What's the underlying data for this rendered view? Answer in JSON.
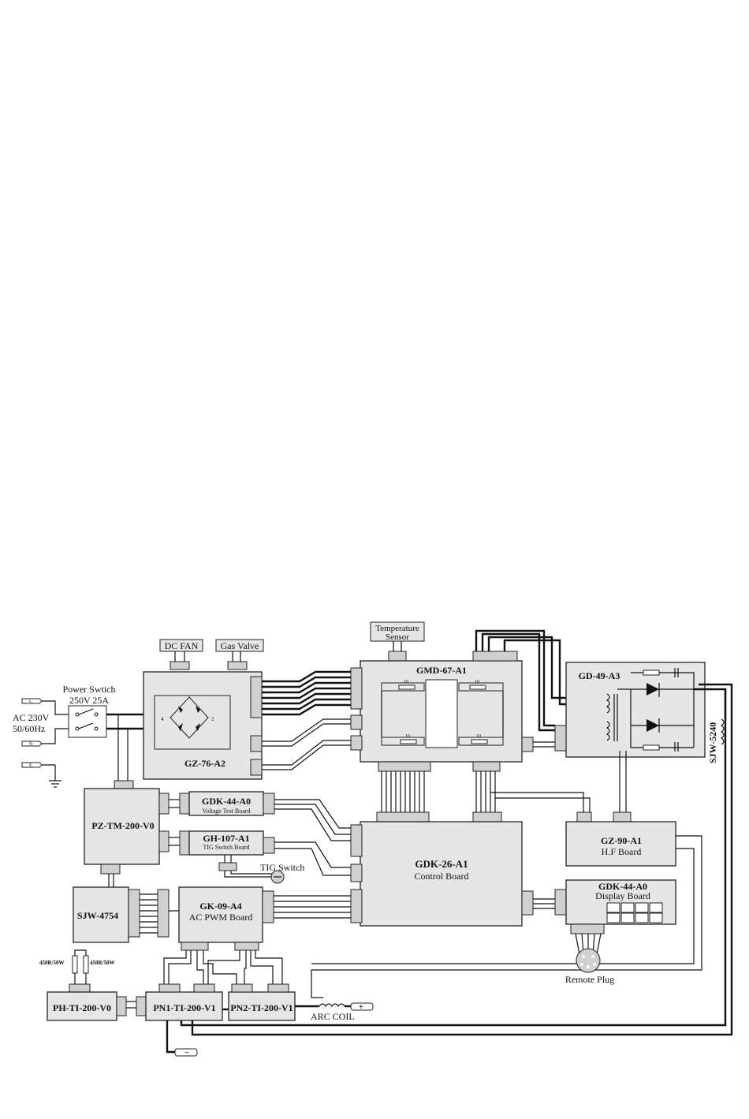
{
  "labels": {
    "dc_fan": "DC FAN",
    "gas_valve": "Gas Valve",
    "temp_sensor_1": "Temperature",
    "temp_sensor_2": "Sensor",
    "power_switch_1": "Power Swtich",
    "power_switch_2": "250V 25A",
    "ac_1": "AC 230V",
    "ac_2": "50/60Hz",
    "l": "L",
    "n": "N",
    "e": "E",
    "gz76": "GZ-76-A2",
    "gmd67": "GMD-67-A1",
    "gd49": "GD-49-A3",
    "sjw5240": "SJW-5240",
    "pztm": "PZ-TM-200-V0",
    "gdk44a": "GDK-44-A0",
    "gdk44a_sub": "Voltage Test Board",
    "gh107": "GH-107-A1",
    "gh107_sub": "TIG Switch Board",
    "tig_switch": "TIG Switch",
    "gdk26": "GDK-26-A1",
    "gdk26_sub": "Control Board",
    "gz90": "GZ-90-A1",
    "gz90_sub": "H.F Board",
    "gdk44b": "GDK-44-A0",
    "gdk44b_sub": "Display Board",
    "sjw4754": "SJW-4754",
    "gk09": "GK-09-A4",
    "gk09_sub": "AC PWM Board",
    "remote_plug": "Remote Plug",
    "r1": "450R/50W",
    "r2": "450R/50W",
    "phti": "PH-TI-200-V0",
    "pn1": "PN1-TI-200-V1",
    "pn2": "PN2-TI-200-V1",
    "arc_coil": "ARC COIL",
    "plus": "+",
    "minus": "−",
    "res_10": "10"
  }
}
